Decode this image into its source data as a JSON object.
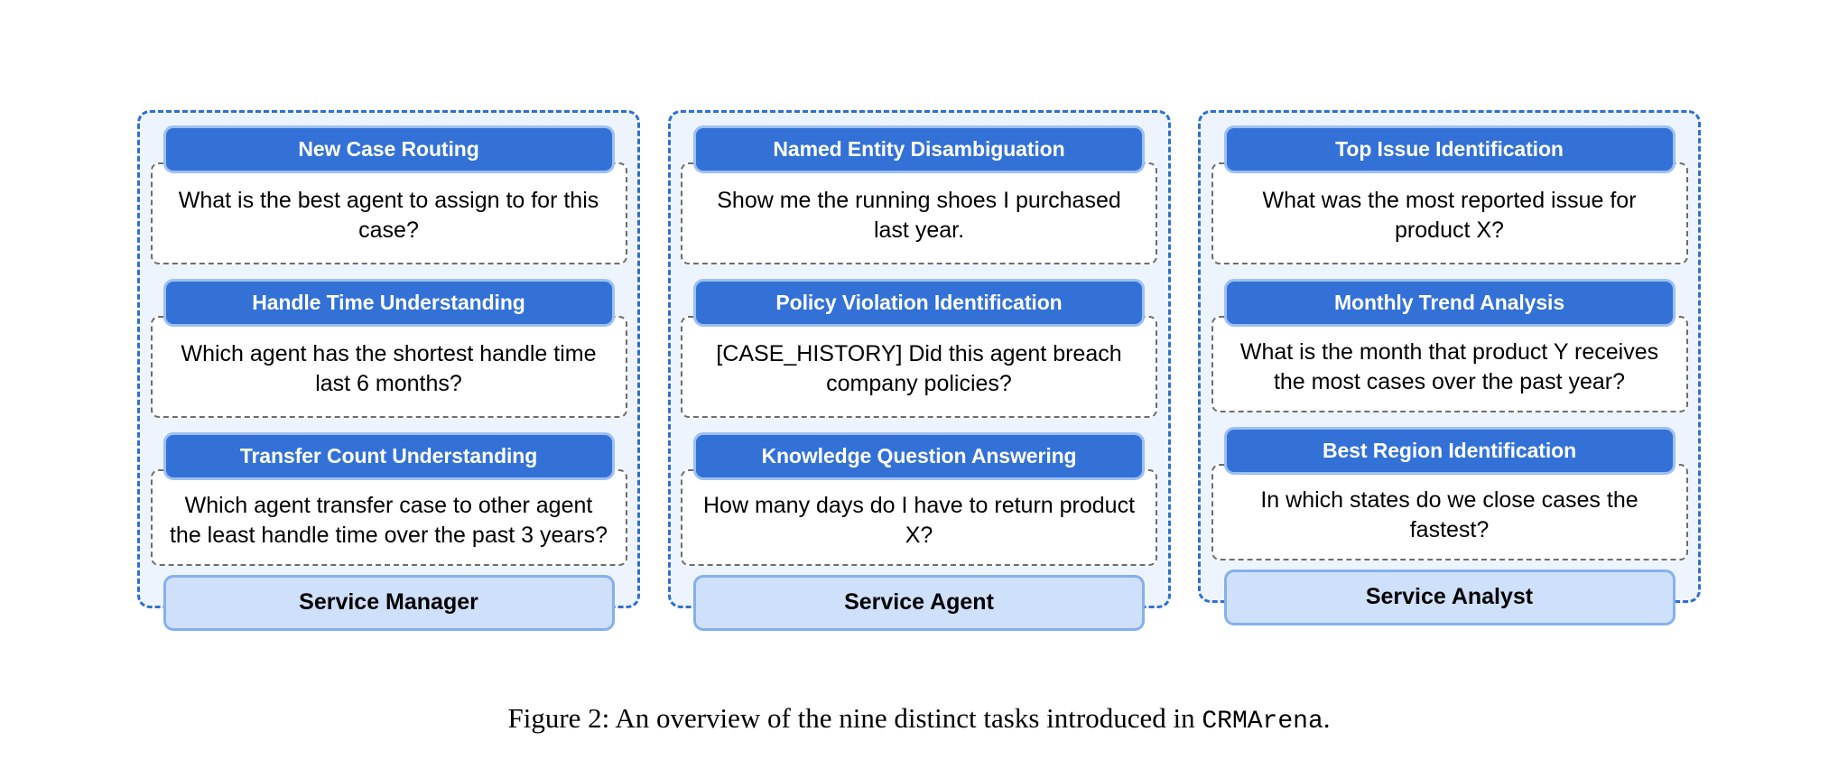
{
  "figure": {
    "caption_prefix": "Figure 2:",
    "caption_text": "An overview of the nine distinct tasks introduced in",
    "caption_mono": "CRMArena",
    "caption_suffix": "."
  },
  "colors": {
    "group_border": "#2f6fd0",
    "group_fill": "#eef4fd",
    "header_fill": "#3371d7",
    "header_ring": "#9cc0f2",
    "question_border": "#6d6d6d",
    "question_fill": "#ffffff",
    "footer_fill": "#cfe0fa",
    "footer_border": "#84b0ef",
    "text": "#000000",
    "header_text": "#ffffff"
  },
  "columns": [
    {
      "role": "Service Manager",
      "tasks": [
        {
          "title": "New Case Routing",
          "question": "What is the best agent to assign to for this case?"
        },
        {
          "title": "Handle Time Understanding",
          "question": "Which agent has the shortest handle time last 6 months?"
        },
        {
          "title": "Transfer Count Understanding",
          "question": "Which agent transfer case to other agent the least handle time over the past 3 years?"
        }
      ]
    },
    {
      "role": "Service Agent",
      "tasks": [
        {
          "title": "Named Entity Disambiguation",
          "question": "Show me the running shoes I purchased last year."
        },
        {
          "title": "Policy Violation Identification",
          "question": "[CASE_HISTORY] Did this agent breach company policies?"
        },
        {
          "title": "Knowledge Question Answering",
          "question": "How many days do I have to return product X?"
        }
      ]
    },
    {
      "role": "Service Analyst",
      "tasks": [
        {
          "title": "Top Issue Identification",
          "question": "What was the most reported issue for product X?"
        },
        {
          "title": "Monthly Trend Analysis",
          "question": "What is the month that product Y receives the most cases over the past year?"
        },
        {
          "title": "Best Region Identification",
          "question": "In which states do we close cases the fastest?"
        }
      ]
    }
  ]
}
